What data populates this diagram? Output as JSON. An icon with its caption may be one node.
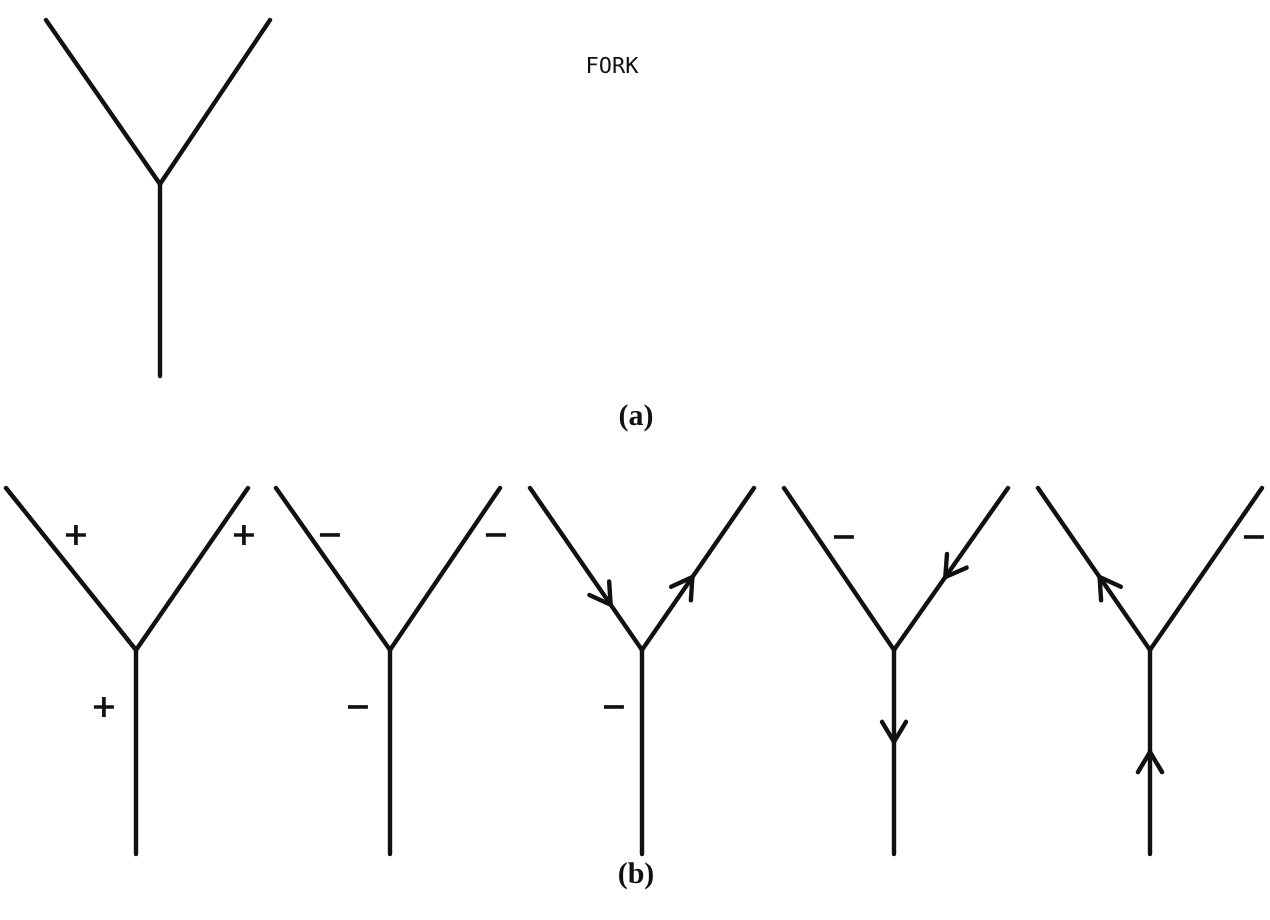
{
  "diagram": {
    "title": "FORK",
    "labels": [
      "(a)",
      "+",
      "+",
      "+",
      "−",
      "−",
      "−",
      "−",
      "−",
      "−",
      "(b)"
    ]
  }
}
